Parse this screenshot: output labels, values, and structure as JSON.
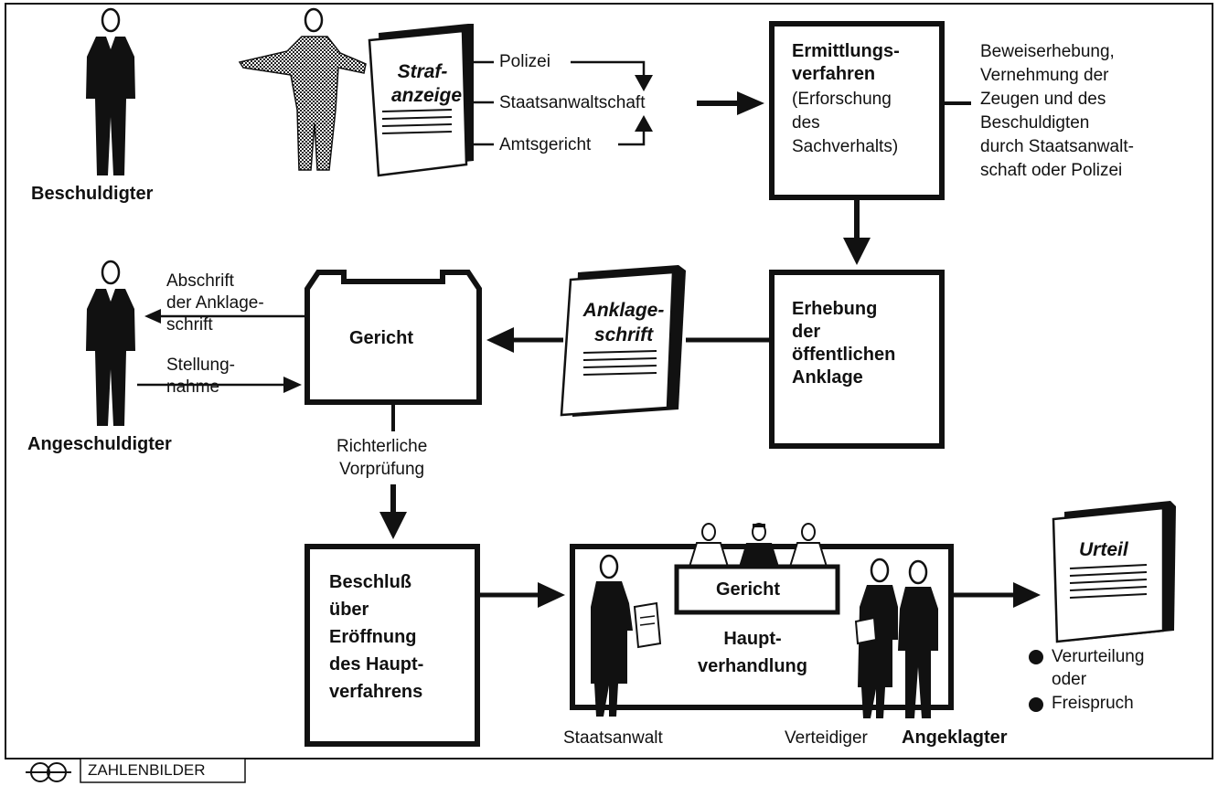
{
  "persons": {
    "beschuldigter": "Beschuldigter",
    "angeschuldigter": "Angeschuldigter",
    "staatsanwalt": "Staatsanwalt",
    "verteidiger": "Verteidiger",
    "angeklagter": "Angeklagter"
  },
  "documents": {
    "strafanzeige": "Straf-\nanzeige",
    "anklageschrift": "Anklage-\nschrift",
    "urteil": "Urteil"
  },
  "channels": {
    "polizei": "Polizei",
    "staatsanwaltschaft": "Staatsanwaltschaft",
    "amtsgericht": "Amtsgericht"
  },
  "boxes": {
    "ermittlung_title": "Ermittlungs-\nverfahren",
    "ermittlung_sub": "(Erforschung\ndes\nSachverhalts)",
    "erhebung": "Erhebung\nder\nöffentlichen\nAnklage",
    "gericht": "Gericht",
    "beschluss": "Beschluß\nüber\nEröffnung\ndes Haupt-\nverfahrens",
    "bench": "Gericht",
    "hauptverhandlung": "Haupt-\nverhandlung"
  },
  "notes": {
    "beweis": "Beweiserhebung,\nVernehmung der\nZeugen und des\nBeschuldigten\ndurch Staatsanwalt-\nschaft oder Polizei",
    "abschrift": "Abschrift\nder Anklage-\nschrift",
    "stellung": "Stellung-\nnahme",
    "vorpruefung": "Richterliche\nVorprüfung"
  },
  "outcomes": {
    "verurteilung": "Verurteilung\noder",
    "freispruch": "Freispruch"
  },
  "footer": {
    "brand": "ZAHLENBILDER"
  }
}
